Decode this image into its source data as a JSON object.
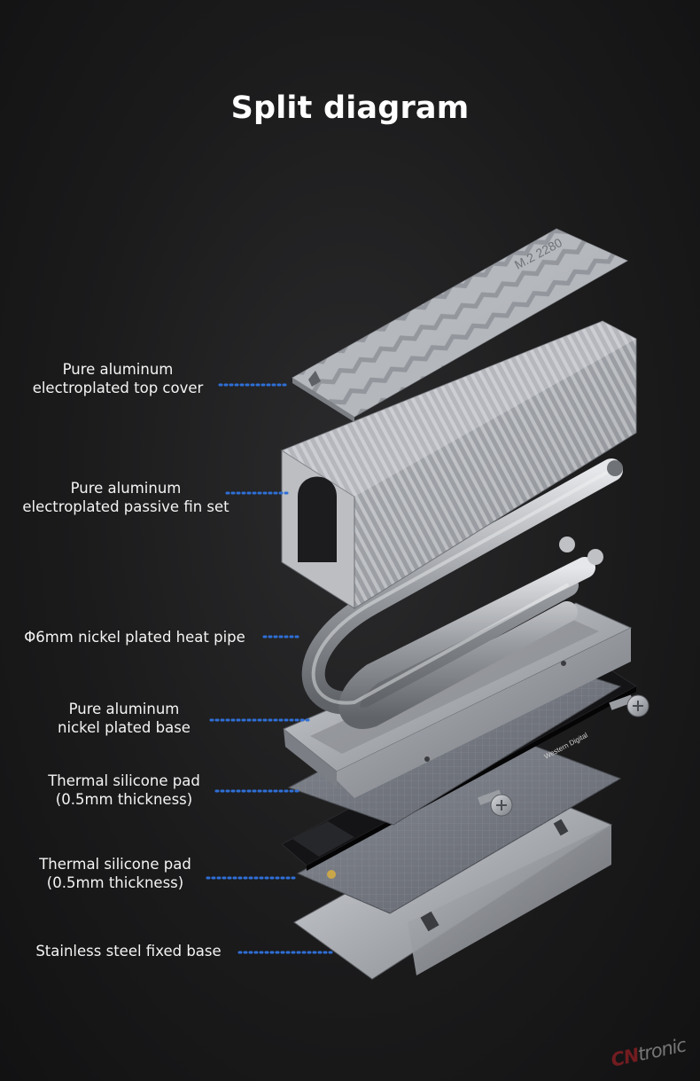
{
  "title": "Split diagram",
  "labels": [
    {
      "lines": [
        "Pure aluminum",
        "electroplated top cover"
      ]
    },
    {
      "lines": [
        "Pure aluminum",
        "electroplated passive fin set"
      ]
    },
    {
      "lines": [
        "Φ6mm nickel plated heat pipe"
      ]
    },
    {
      "lines": [
        "Pure aluminum",
        "nickel plated base"
      ]
    },
    {
      "lines": [
        "Thermal silicone pad",
        "(0.5mm thickness)"
      ]
    },
    {
      "lines": [
        "Thermal silicone pad",
        "(0.5mm thickness)"
      ]
    },
    {
      "lines": [
        "Stainless steel fixed base"
      ]
    }
  ],
  "cover_engraving": "M.2 2280",
  "ssd_brand": "Western Digital",
  "watermark": {
    "part1": "CN",
    "part2": "tronic"
  },
  "colors": {
    "leader": "#2f6fd6",
    "background": "#1b1b1c",
    "metal": "#a9acb1"
  }
}
